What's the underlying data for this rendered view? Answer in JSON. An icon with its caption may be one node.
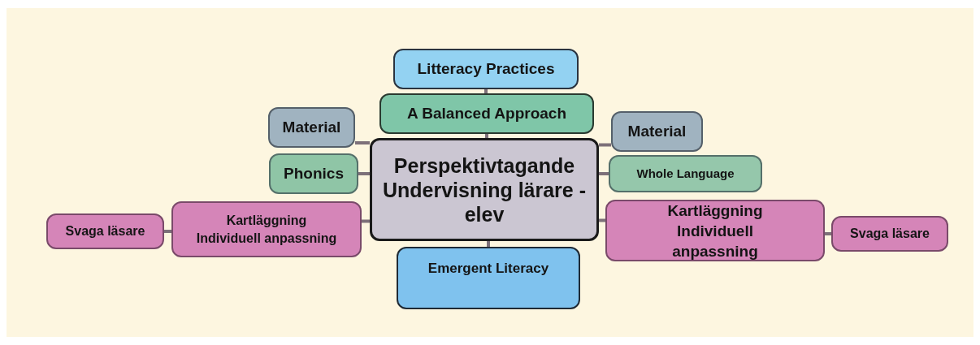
{
  "diagram": {
    "nodes": [
      {
        "text": [
          "Perspektivtagande Undervisning lärare - elev"
        ]
      },
      {
        "text": [
          "Litteracy Practices"
        ]
      },
      {
        "text": [
          "A Balanced Approach"
        ]
      },
      {
        "text": [
          "Material"
        ]
      },
      {
        "text": [
          "Phonics"
        ]
      },
      {
        "text": [
          "Material"
        ]
      },
      {
        "text": [
          "Whole Language"
        ]
      },
      {
        "text": [
          "Kartläggning Individuell anpassning"
        ]
      },
      {
        "text": [
          "Svaga läsare"
        ]
      },
      {
        "text": [
          "Emergent Literacy"
        ]
      },
      {
        "text": [
          "Kartläggning Individuell anpassning"
        ]
      },
      {
        "text": [
          "Svaga läsare"
        ]
      }
    ],
    "edges": [
      {
        "from": 0,
        "to": 2,
        "arrow": "none"
      },
      {
        "from": 2,
        "to": 1,
        "arrow": "none"
      },
      {
        "from": 0,
        "to": 3,
        "arrow": "none"
      },
      {
        "from": 0,
        "to": 4,
        "arrow": "none"
      },
      {
        "from": 0,
        "to": 5,
        "arrow": "none"
      },
      {
        "from": 0,
        "to": 6,
        "arrow": "none"
      },
      {
        "from": 0,
        "to": 7,
        "arrow": "none"
      },
      {
        "from": 7,
        "to": 8,
        "arrow": "none"
      },
      {
        "from": 0,
        "to": 9,
        "arrow": "none"
      },
      {
        "from": 0,
        "to": 10,
        "arrow": "none"
      },
      {
        "from": 10,
        "to": 11,
        "arrow": "none"
      }
    ]
  }
}
